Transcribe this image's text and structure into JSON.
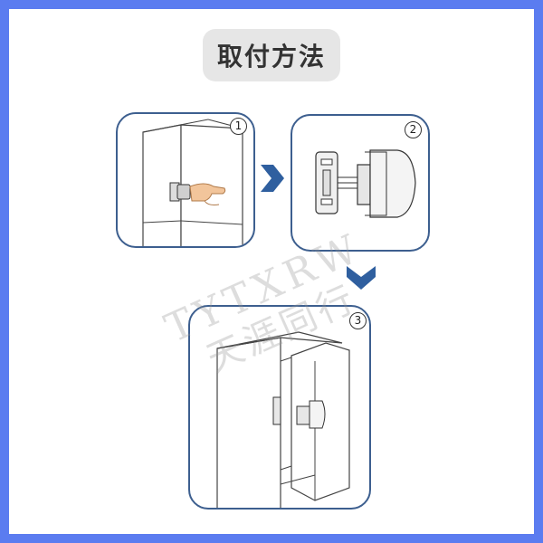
{
  "title": "取付方法",
  "steps": [
    {
      "number": "1"
    },
    {
      "number": "2"
    },
    {
      "number": "3"
    }
  ],
  "watermark": {
    "line1": "TYTXRW",
    "line2": "天涯同行"
  },
  "colors": {
    "border": "#5b7cf0",
    "panel_border": "#3d5f8f",
    "arrow": "#2f5f9f",
    "hand": "#f2c59b"
  },
  "icons": [
    "arrow-right-icon",
    "arrow-down-icon"
  ]
}
